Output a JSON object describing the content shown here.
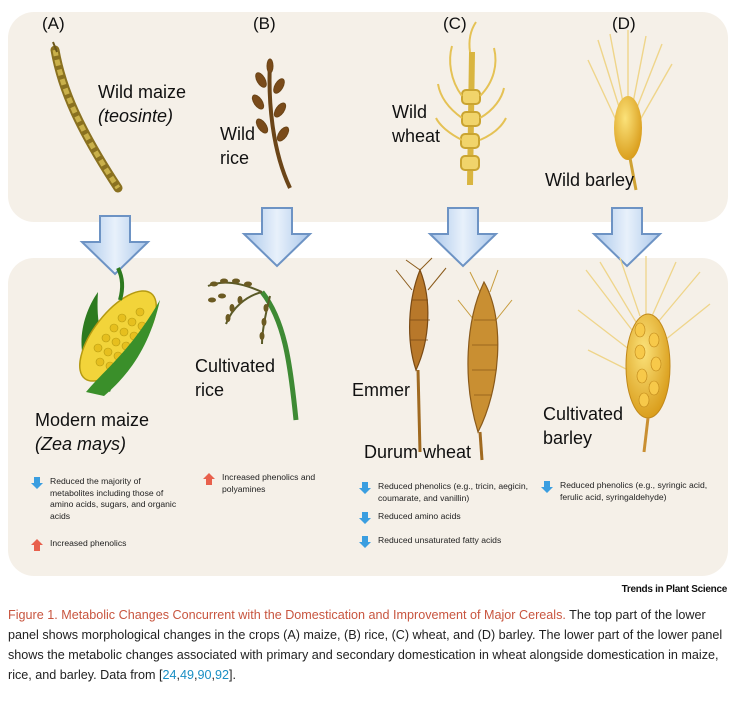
{
  "panels": [
    {
      "letter": "(A)",
      "wild_label_1": "Wild maize",
      "wild_label_2": "(teosinte)",
      "cultivated_label_1": "Modern maize",
      "cultivated_label_2": "(Zea mays)",
      "effects": [
        {
          "direction": "down",
          "text": "Reduced the majority of metabolites including those of amino acids, sugars, and organic acids"
        },
        {
          "direction": "up",
          "text": "Increased phenolics"
        }
      ]
    },
    {
      "letter": "(B)",
      "wild_label_1": "Wild",
      "wild_label_2": "rice",
      "cultivated_label_1": "Cultivated",
      "cultivated_label_2": "rice",
      "effects": [
        {
          "direction": "up",
          "text": "Increased phenolics and polyamines"
        }
      ]
    },
    {
      "letter": "(C)",
      "wild_label_1": "Wild",
      "wild_label_2": "wheat",
      "cultivated_label_1": "Emmer",
      "cultivated_label_2": "Durum wheat",
      "effects": [
        {
          "direction": "down",
          "text": "Reduced phenolics (e.g., tricin, aegicin, coumarate, and vanillin)"
        },
        {
          "direction": "down",
          "text": "Reduced amino acids"
        },
        {
          "direction": "down",
          "text": "Reduced unsaturated fatty acids"
        }
      ]
    },
    {
      "letter": "(D)",
      "wild_label_1": "Wild barley",
      "cultivated_label_1": "Cultivated",
      "cultivated_label_2": "barley",
      "effects": [
        {
          "direction": "down",
          "text": "Reduced phenolics (e.g., syringic acid, ferulic acid, syringaldehyde)"
        }
      ]
    }
  ],
  "colors": {
    "panel_bg": "#f5f0e8",
    "arrow_fill": "#c9dcf2",
    "arrow_stroke": "#6d93c4",
    "down_icon": "#3a9ee0",
    "up_icon": "#e8604c",
    "caption_title": "#c8553f",
    "caption_ref": "#1a8fc4"
  },
  "credit": "Trends in Plant Science",
  "caption": {
    "title": "Figure 1. Metabolic Changes Concurrent with the Domestication and Improvement of Major Cereals.",
    "body": " The top part of the lower panel shows morphological changes in the crops (A) maize, (B) rice, (C) wheat, and (D) barley. The lower part of the lower panel shows the metabolic changes associated with primary and secondary domestication in wheat alongside domestication in maize, rice, and barley. Data from [",
    "refs": [
      "24",
      "49",
      "90",
      "92"
    ],
    "ref_sep": ",",
    "end": "]."
  }
}
